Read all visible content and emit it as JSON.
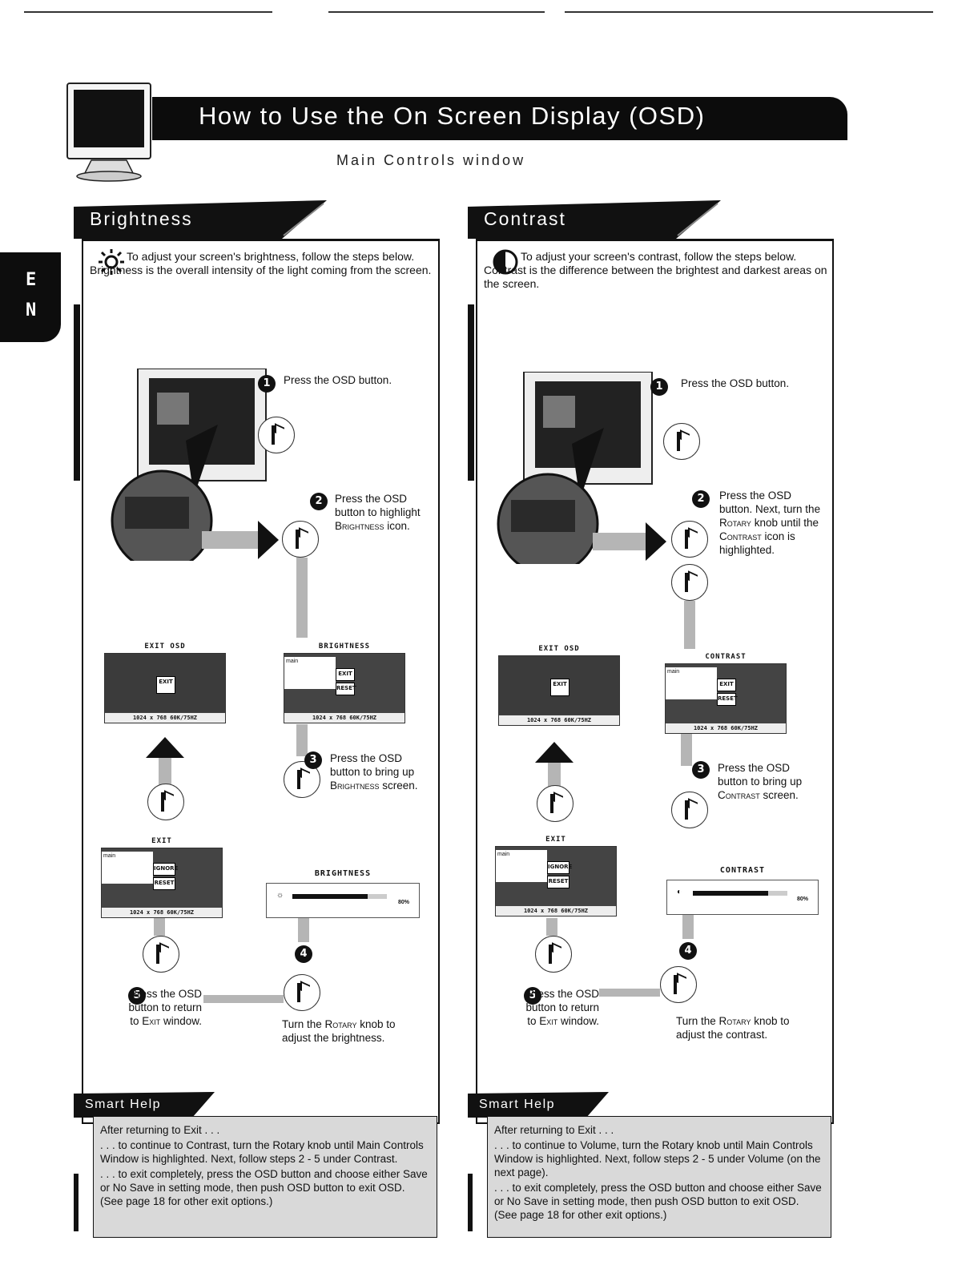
{
  "header": {
    "title": "How to Use the On Screen Display (OSD)",
    "subtitle": "Main Controls window",
    "lang_tab": [
      "E",
      "N"
    ]
  },
  "panels": [
    {
      "heading": "Brightness",
      "icon": "sun-icon",
      "intro": "To adjust your screen's brightness, follow the steps below. Brightness is the overall intensity of the light coming from the screen.",
      "steps": [
        {
          "num": "1",
          "text": "Press the OSD button."
        },
        {
          "num": "2",
          "pre": "Press the OSD button to highlight ",
          "sc": "Brightness",
          "post": " icon."
        },
        {
          "num": "3",
          "pre": "Press the OSD button to bring up ",
          "sc": "Brightness",
          "post": " screen."
        },
        {
          "num": "4",
          "pre": "Turn the ",
          "sc": "Rotary",
          "post": " knob to adjust the brightness."
        },
        {
          "num": "5",
          "pre": "Press the OSD button to return to ",
          "sc": "Exit",
          "post": " window."
        }
      ],
      "screens": {
        "exit_osd": "EXIT OSD",
        "menu": "BRIGHTNESS",
        "exit": "EXIT",
        "slider": "BRIGHTNESS",
        "resolution": "1024 x 768   60K/75HZ",
        "main_label": "main",
        "exit_btn": "EXIT",
        "reset_btn": "RESET",
        "ignore_btn": "IGNORE",
        "slider_value": 0.8,
        "slider_pct": "80%"
      },
      "smart_help": {
        "heading": "Smart Help",
        "line1": "After returning to Exit . . .",
        "line2": ". . . to continue to Contrast, turn the Rotary knob until Main Controls Window is highlighted. Next, follow steps 2 - 5 under Contrast.",
        "line3": ". . . to exit completely, press the OSD button and choose either Save or No Save in setting mode, then push OSD button to exit OSD. (See page 18 for other exit options.)"
      }
    },
    {
      "heading": "Contrast",
      "icon": "contrast-icon",
      "intro": "To adjust your screen's contrast, follow the steps below. Contrast is the difference between the brightest and darkest areas on the screen.",
      "steps": [
        {
          "num": "1",
          "text": "Press the OSD button."
        },
        {
          "num": "2",
          "pre": "Press the OSD button. Next, turn the ",
          "sc": "Rotary",
          "mid": " knob until the ",
          "sc2": "Contrast",
          "post": " icon is highlighted."
        },
        {
          "num": "3",
          "pre": "Press the OSD button to bring up ",
          "sc": "Contrast",
          "post": " screen."
        },
        {
          "num": "4",
          "pre": "Turn the ",
          "sc": "Rotary",
          "post": " knob to adjust the contrast."
        },
        {
          "num": "5",
          "pre": "Press the OSD button to return to ",
          "sc": "Exit",
          "post": " window."
        }
      ],
      "screens": {
        "exit_osd": "EXIT OSD",
        "menu": "CONTRAST",
        "exit": "EXIT",
        "slider": "CONTRAST",
        "resolution": "1024 x 768   60K/75HZ",
        "main_label": "main",
        "exit_btn": "EXIT",
        "reset_btn": "RESET",
        "ignore_btn": "IGNORE",
        "slider_value": 0.8,
        "slider_pct": "80%"
      },
      "smart_help": {
        "heading": "Smart Help",
        "line1": "After returning to Exit . . .",
        "line2": ". . . to continue to Volume, turn the Rotary knob until Main Controls Window is highlighted. Next, follow steps 2 - 5 under Volume (on the next page).",
        "line3": ". . . to exit completely, press the OSD button and choose either Save or No Save in setting mode, then push OSD button to exit OSD. (See page 18 for other exit options.)"
      }
    }
  ]
}
